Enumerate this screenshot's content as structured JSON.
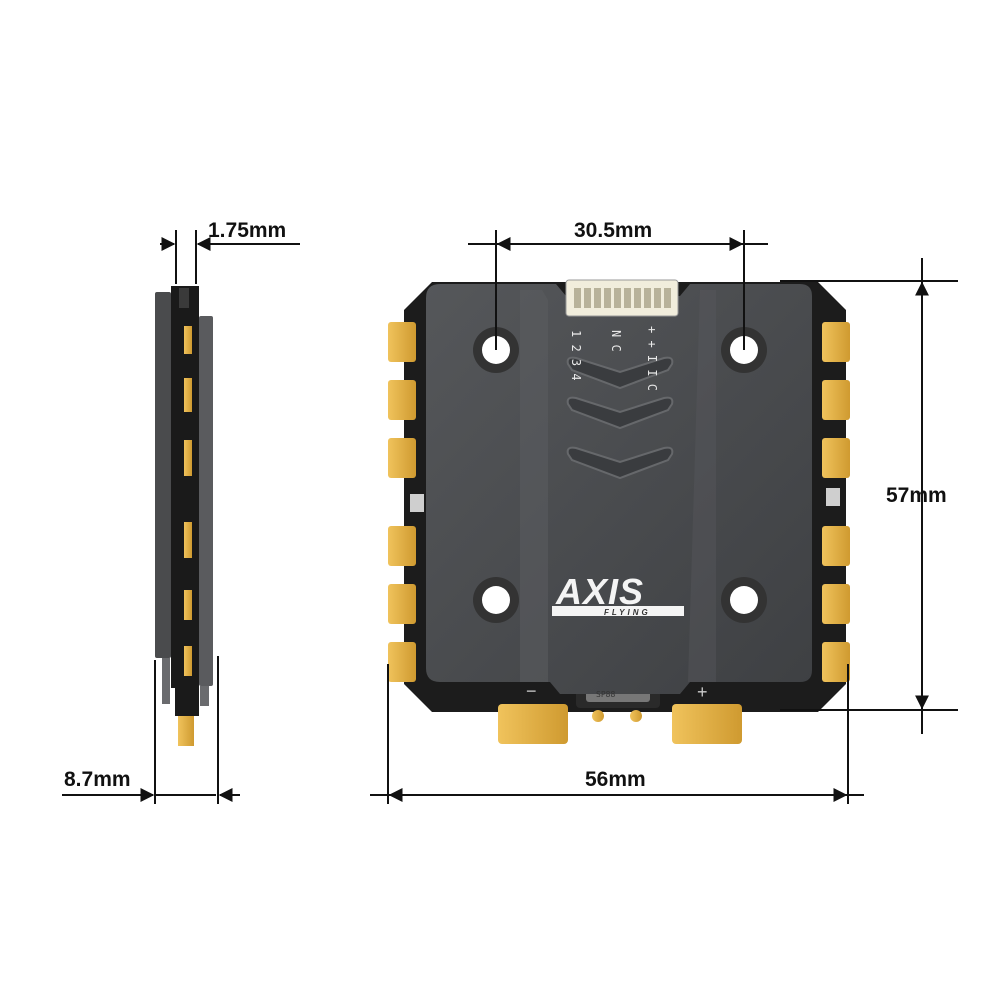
{
  "dimensions": {
    "thickness_label": "1.75mm",
    "mounting_label": "30.5mm",
    "height_label": "57mm",
    "width_label": "56mm",
    "side_height_label": "8.7mm"
  },
  "board": {
    "logo_text": "AXIS",
    "logo_subtext": "FLYING",
    "connector_pins": [
      "+",
      "+",
      "I",
      "I",
      "C",
      "N",
      "1",
      "2",
      "3",
      "4"
    ],
    "connector_pins_label": "++IIC N1234",
    "pin_rows": [
      "+ + I I C",
      "N C",
      "1 2 3 4"
    ],
    "minus_label": "−",
    "plus_label": "+",
    "chip_label": "SP88"
  },
  "colors": {
    "board": "#1c1c1c",
    "cover": "#4a4c4f",
    "pad": "#e2b14a",
    "dimension_line": "#111111"
  }
}
